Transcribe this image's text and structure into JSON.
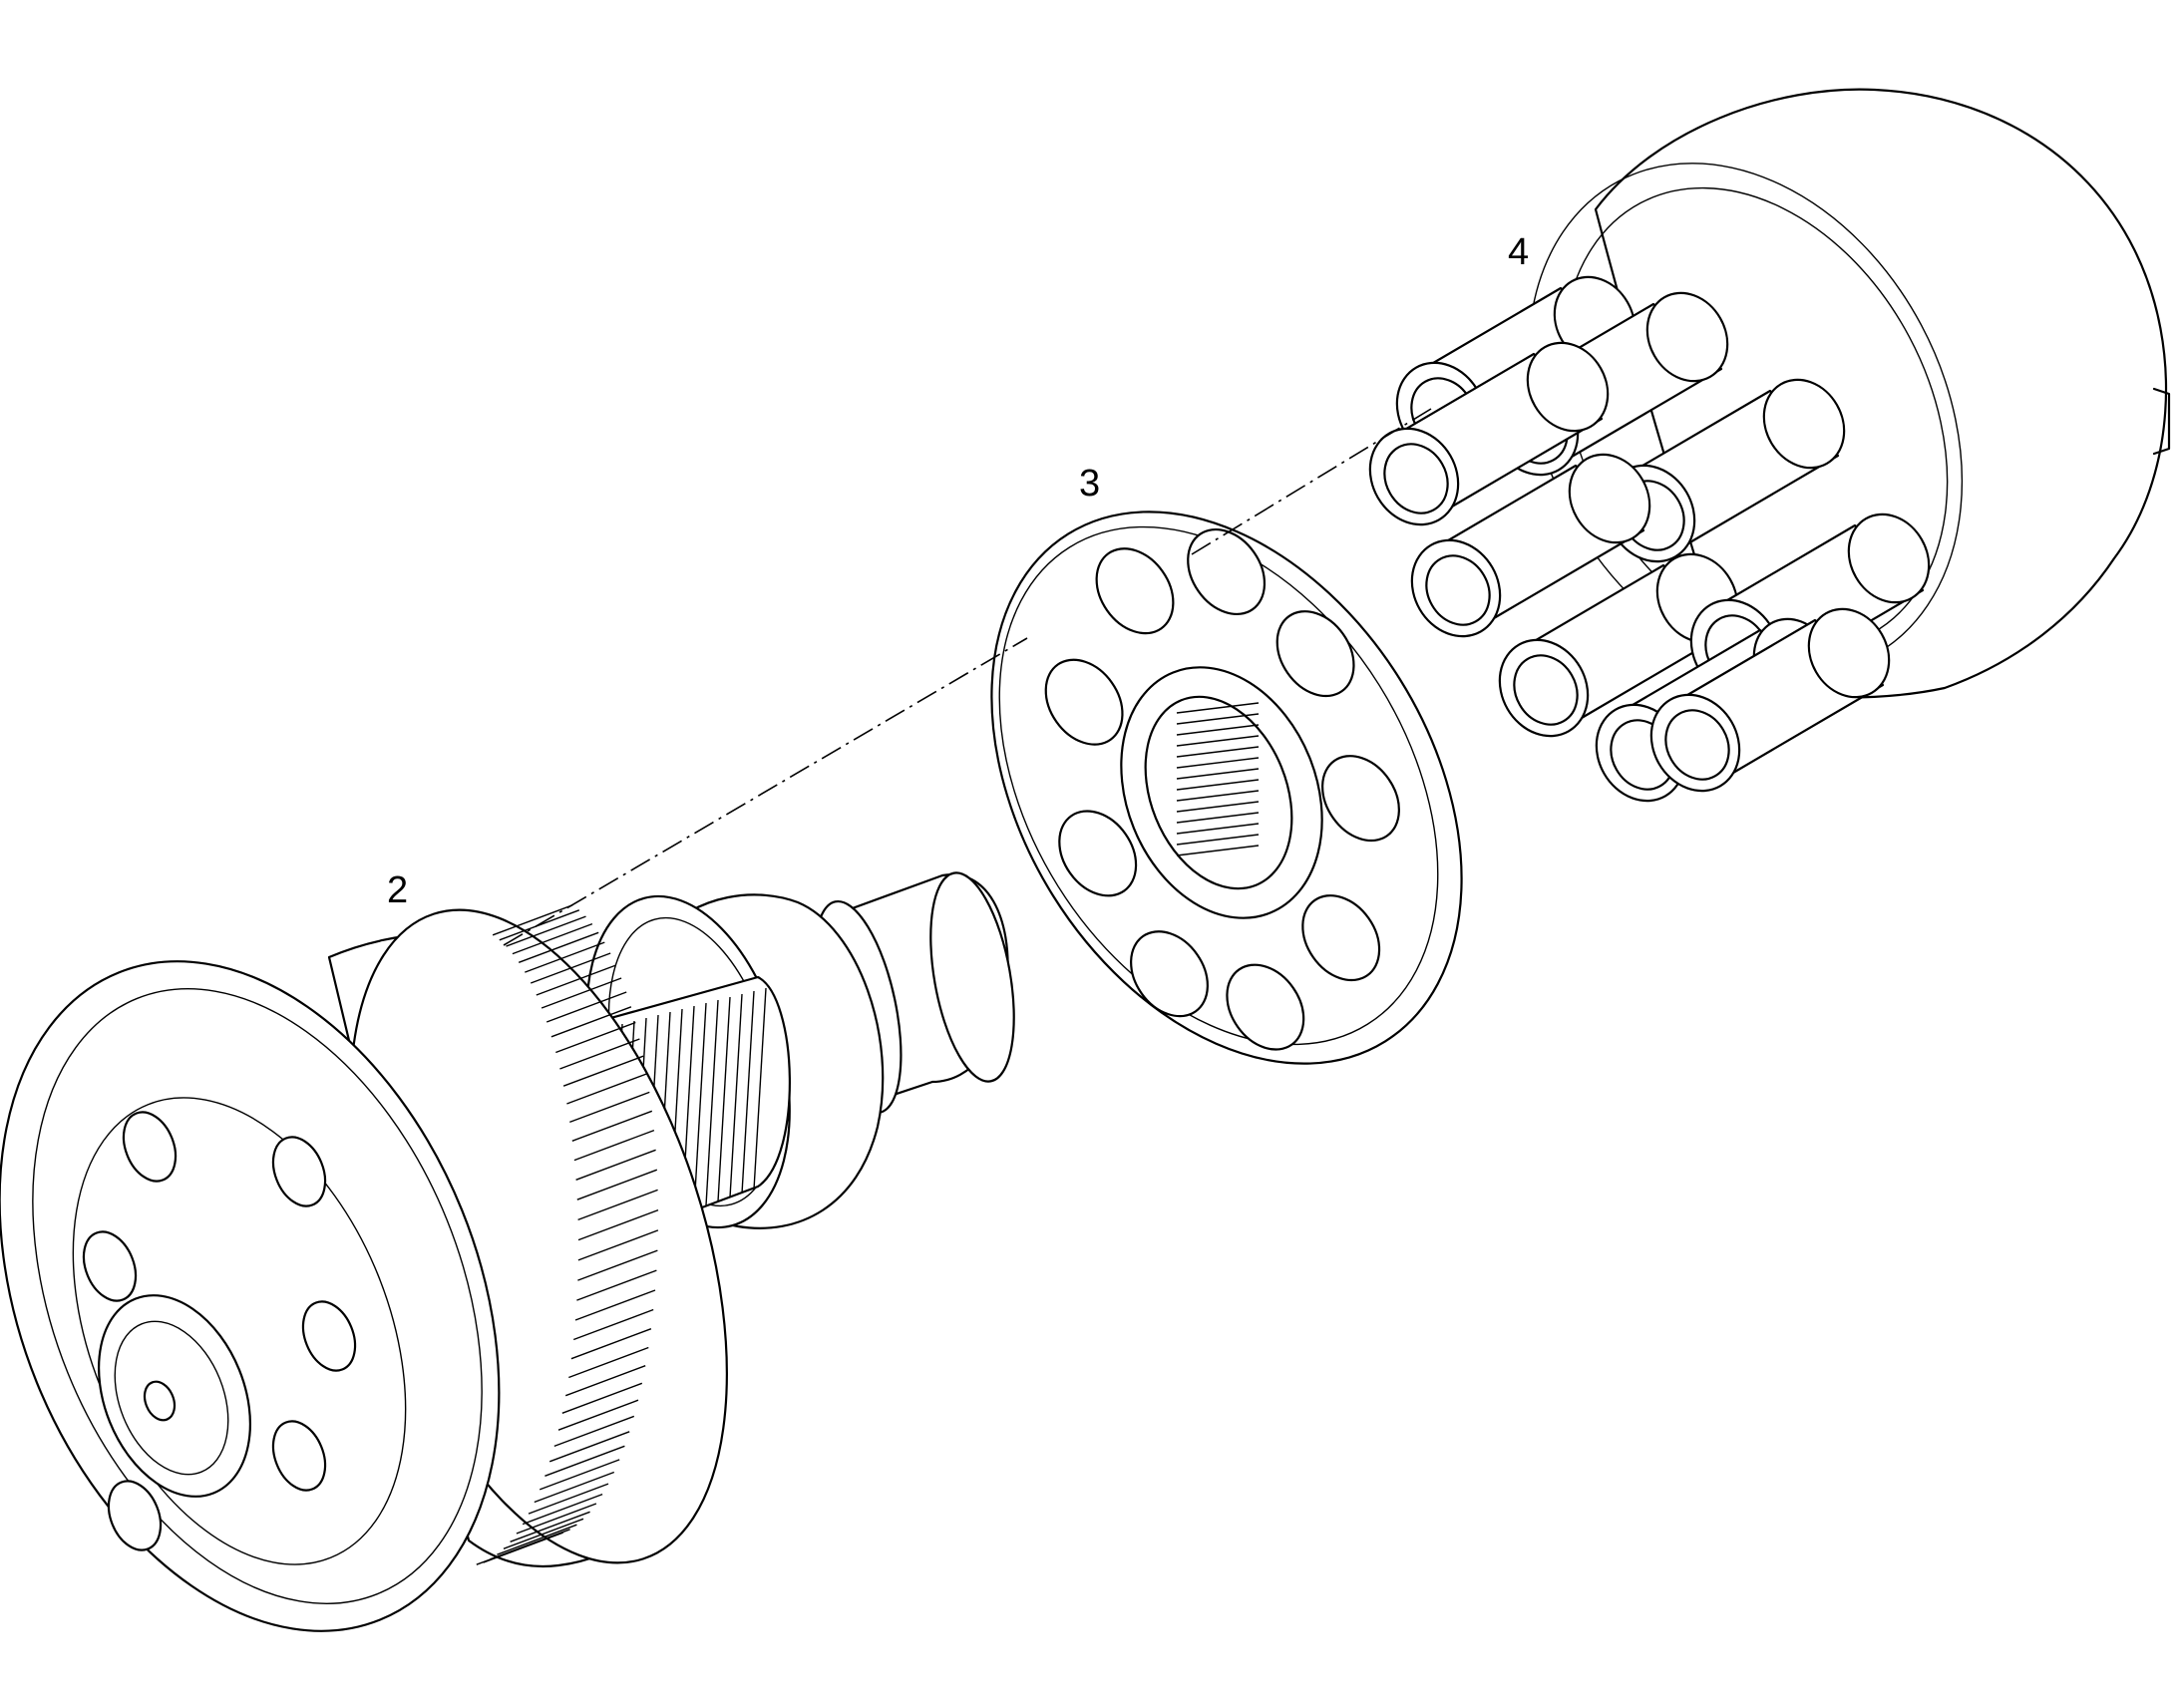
{
  "diagram": {
    "callouts": [
      {
        "id": "2",
        "label": "2"
      },
      {
        "id": "3",
        "label": "3"
      },
      {
        "id": "4",
        "label": "4"
      }
    ],
    "colors": {
      "line": "#000000",
      "background": "#ffffff"
    }
  }
}
